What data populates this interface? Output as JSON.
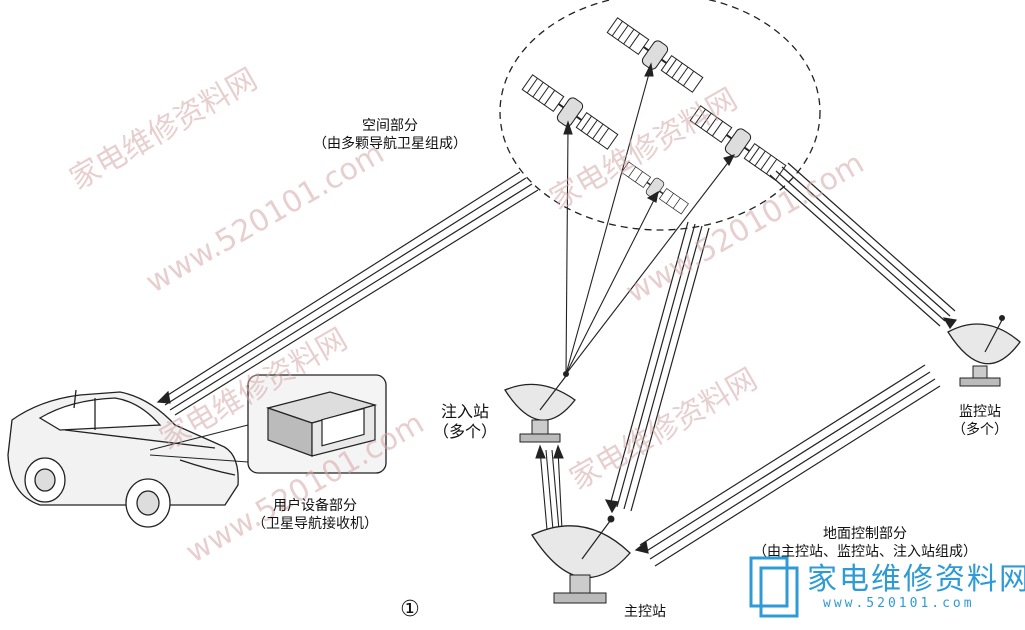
{
  "diagram": {
    "space_segment": {
      "title": "空间部分",
      "subtitle": "（由多颗导航卫星组成）"
    },
    "user_segment": {
      "title": "用户设备部分",
      "subtitle": "（卫星导航接收机）"
    },
    "injection_station": {
      "title": "注入站",
      "subtitle": "（多个）"
    },
    "monitor_station": {
      "title": "监控站",
      "subtitle": "（多个）"
    },
    "ground_control": {
      "title": "地面控制部分",
      "subtitle": "（由主控站、监控站、注入站组成）"
    },
    "master_station": {
      "title": "主控站"
    },
    "figure_number": "①"
  },
  "watermark": {
    "text_cn": "家电维修资料网",
    "text_url": "www.520101.com",
    "logo_cn": "家电维修资料网",
    "logo_url": "www.520101.com",
    "color": "#d6a8a8",
    "logo_color": "#2e9bd6"
  }
}
